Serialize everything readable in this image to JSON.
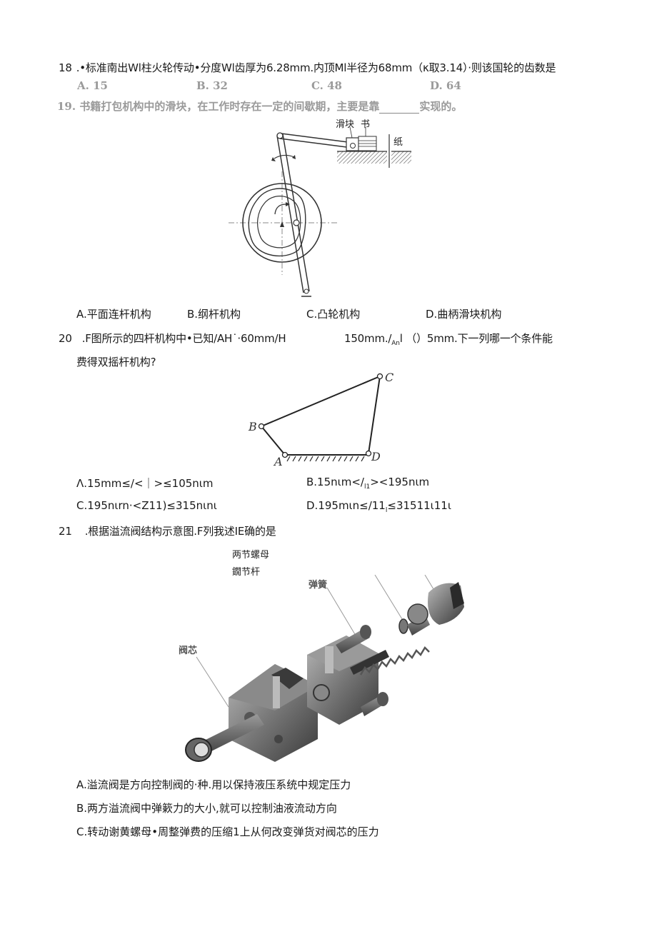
{
  "q18": {
    "number": "18",
    "text": ".•标准南出Wl柱火轮传动•分度Wl齿厚为6.28mm.内顶Ml半径为68mm（κ取3.14）·则该国轮的齿数是",
    "options": [
      "A. 15",
      "B. 32",
      "C. 48",
      "D. 64"
    ]
  },
  "q19": {
    "text_before": "19. 书籍打包机构中的滑块，在工作时存在一定的间歇期，主要是靠",
    "text_after": "实现的。",
    "figure": {
      "label_slider": "滑块",
      "label_book": "书",
      "label_paper": "纸"
    },
    "options": [
      "A.平面连杆机构",
      "B.纲杆机构",
      "C.凸轮机构",
      "D.曲柄滑块机构"
    ]
  },
  "q20": {
    "number": "20",
    "text_part1": ".F图所示的四杆机构中•已知/AH˙·60mm/H",
    "text_part2": "150mm./",
    "text_sub": "An",
    "text_part3": "l （）5mm.下一列哪一个条件能",
    "text_line2": "费得双摇杆机构?",
    "figure": {
      "labels": [
        "A",
        "B",
        "C",
        "D"
      ]
    },
    "options": [
      "Λ.15mm≤/<｜>≤105nιm",
      "B.15nιm</",
      "C.195nιrn·<Z11)≤315nιnι",
      "D.195mιn≤/11"
    ],
    "option_b_sub": "l1",
    "option_b_tail": "><195nιm",
    "option_d_sub": "l",
    "option_d_tail": "≤31511ι11ι"
  },
  "q21": {
    "number": "21",
    "text": ".根据溢流阀结构示意图.F列我述IE确的是",
    "figure": {
      "label_nut": "两节螺母",
      "label_rod": "鐗节杆",
      "label_spring": "弹簧",
      "label_core": "阀芯"
    },
    "options": [
      "A.溢流阀是方向控制阀的·种.用以保持液压系统中规定压力",
      "B.两方溢流阀中弹簌力的大小,就可以控制油液流动方向",
      "C.转动谢黄螺母•周整弹费的压缩1上从何改变弹货对阀芯的压力"
    ]
  }
}
